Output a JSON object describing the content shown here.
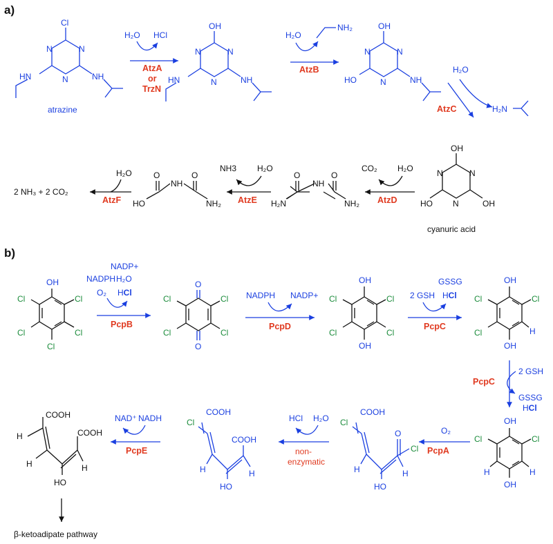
{
  "panels": {
    "a": "a)",
    "b": "b)"
  },
  "atoms": {
    "N": "N",
    "Cl": "Cl",
    "OH": "OH",
    "HN": "HN",
    "NH": "NH",
    "O": "O",
    "HO": "HO",
    "H": "H",
    "H2N": "H₂N",
    "NH2": "NH₂",
    "COOH": "COOH",
    "H2N_short": "H₂N"
  },
  "a": {
    "atrazine": "atrazine",
    "cyanuric": "cyanuric acid",
    "products": "2 NH₃ + 2 CO₂",
    "h2o": "H₂O",
    "hcl": "HCl",
    "ethylamine": "NH₂",
    "co2": "CO₂",
    "nh3": "NH3",
    "enz": {
      "atzA": "AtzA",
      "or": "or",
      "trzN": "TrzN",
      "atzB": "AtzB",
      "atzC": "AtzC",
      "atzD": "AtzD",
      "atzE": "AtzE",
      "atzF": "AtzF"
    }
  },
  "b": {
    "nadph": "NADPH",
    "nadp": "NADP+",
    "o2": "O₂",
    "h2o": "H₂O",
    "hcl_h": "H",
    "hcl_cl": "Cl",
    "gsh2": "2 GSH",
    "gssg": "GSSG",
    "nad": "NAD⁺",
    "nadh": "NADH",
    "hcl": "HCl",
    "nonenz1": "non-",
    "nonenz2": "enzymatic",
    "pathway": "β-ketoadipate pathway",
    "enz": {
      "pcpB": "PcpB",
      "pcpD": "PcpD",
      "pcpC1": "PcpC",
      "pcpC2": "PcpC",
      "pcpA": "PcpA",
      "pcpE": "PcpE"
    }
  }
}
